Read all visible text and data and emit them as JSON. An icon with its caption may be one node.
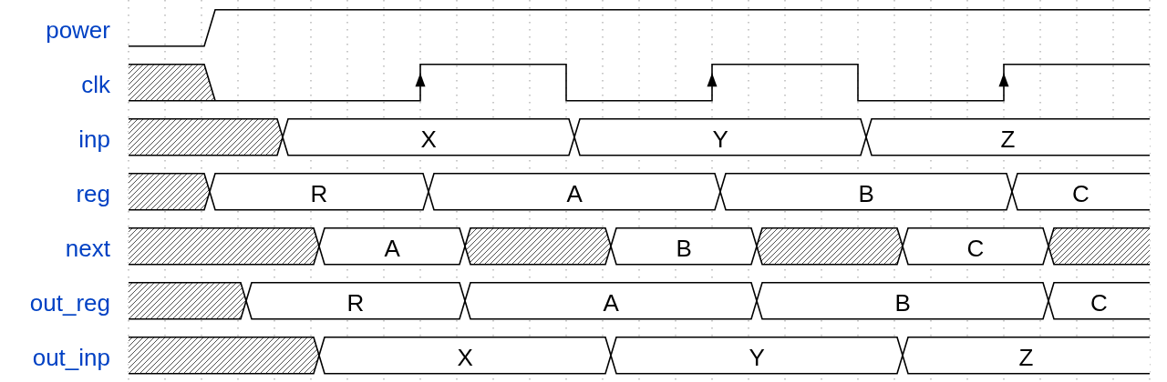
{
  "diagram": {
    "labels": [
      "power",
      "clk",
      "inp",
      "X",
      "Y",
      "Z",
      "reg",
      "R",
      "A",
      "B",
      "C",
      "next",
      "A",
      "B",
      "C",
      "out_reg",
      "R",
      "A",
      "B",
      "C",
      "out_inp",
      "X",
      "Y",
      "Z"
    ]
  }
}
